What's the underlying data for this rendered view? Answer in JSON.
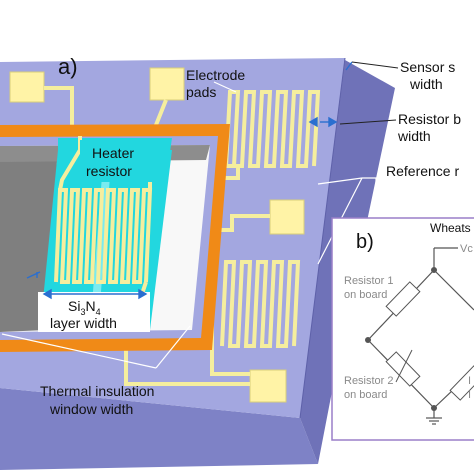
{
  "panel_a": {
    "tag": "a)",
    "labels": {
      "electrode_pads": [
        "Electrode",
        "pads"
      ],
      "sensor_width": [
        "Sensor s",
        "width"
      ],
      "resistor_width": [
        "Resistor b",
        "width"
      ],
      "reference": "Reference r",
      "heater_resistor": [
        "Heater",
        "resistor"
      ],
      "si3n4": {
        "main": "Si",
        "sub1": "3",
        "n": "N",
        "sub2": "4",
        "line2": "layer width"
      },
      "thermal": [
        "Thermal insulation",
        "window width"
      ]
    },
    "colors": {
      "chip_top": "#a3a7e0",
      "chip_side": "#6f72b8",
      "chip_front": "#7e82c6",
      "pad": "#fff3a6",
      "trace": "#f5ee9e",
      "frame": "#f08a17",
      "membrane": "#22d7df",
      "window_dark": "#7f7f7f",
      "window_light": "#f8f8f8",
      "arrow_blue": "#2a6fd0"
    }
  },
  "panel_b": {
    "tag": "b)",
    "title": "Wheats",
    "vcc": "Vc",
    "resistor1": [
      "Resistor 1",
      "on board"
    ],
    "resistor2": [
      "Resistor 2",
      "on board"
    ],
    "right_partial": [
      "I",
      "I"
    ]
  }
}
